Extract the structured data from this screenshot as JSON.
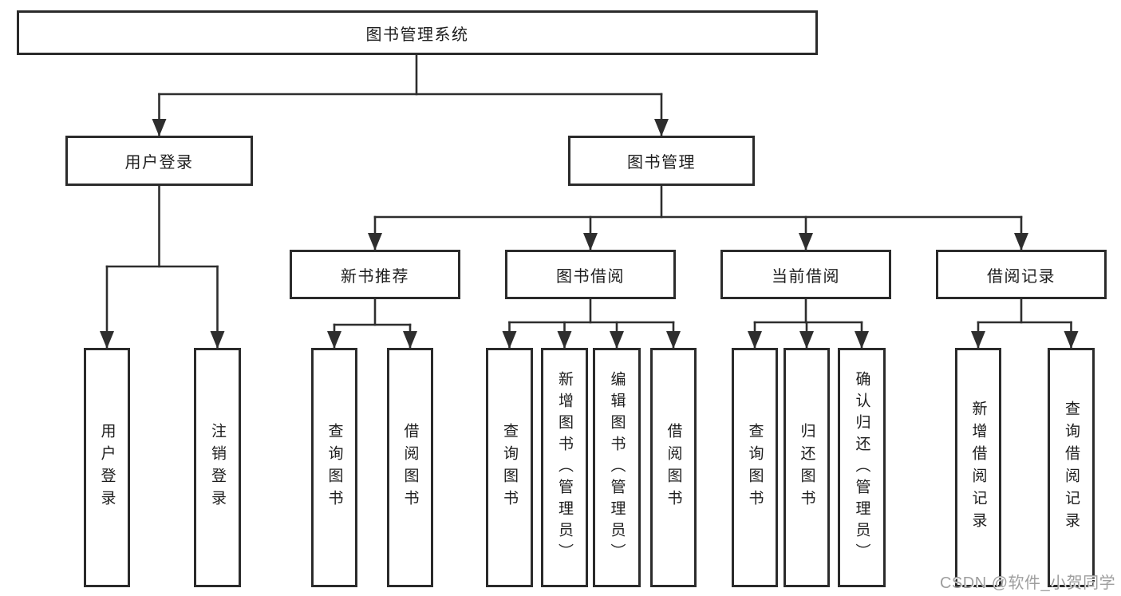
{
  "tree": {
    "root": {
      "label": "图书管理系统",
      "children": [
        {
          "label": "用户登录",
          "children": [
            {
              "label": "用户登录"
            },
            {
              "label": "注销登录"
            }
          ]
        },
        {
          "label": "图书管理",
          "children": [
            {
              "label": "新书推荐",
              "children": [
                {
                  "label": "查询图书"
                },
                {
                  "label": "借阅图书"
                }
              ]
            },
            {
              "label": "图书借阅",
              "children": [
                {
                  "label": "查询图书"
                },
                {
                  "label": "新增图书（管理员）"
                },
                {
                  "label": "编辑图书（管理员）"
                },
                {
                  "label": "借阅图书"
                }
              ]
            },
            {
              "label": "当前借阅",
              "children": [
                {
                  "label": "查询图书"
                },
                {
                  "label": "归还图书"
                },
                {
                  "label": "确认归还（管理员）"
                }
              ]
            },
            {
              "label": "借阅记录",
              "children": [
                {
                  "label": "新增借阅记录"
                },
                {
                  "label": "查询借阅记录"
                }
              ]
            }
          ]
        }
      ]
    }
  },
  "watermark": {
    "text": "CSDN @软件_小贺同学"
  },
  "colors": {
    "line": "#2e2e2e",
    "border": "#2b2b2b",
    "text": "#1d1d1d",
    "watermark": "#9e9e9e",
    "background": "#ffffff"
  }
}
